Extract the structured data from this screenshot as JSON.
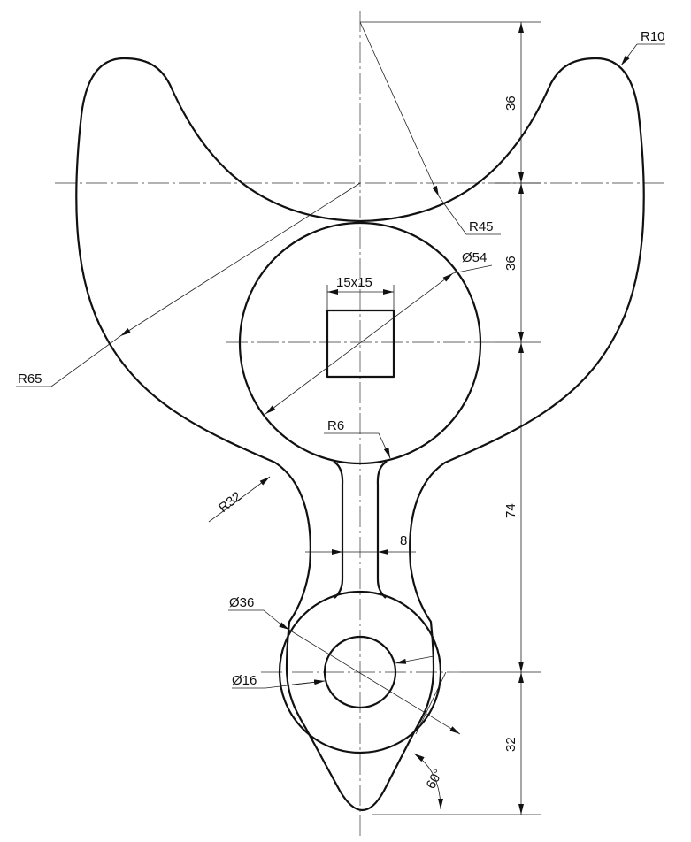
{
  "drawing": {
    "labels": {
      "r10": "R10",
      "r45": "R45",
      "r65": "R65",
      "r32": "R32",
      "r6": "R6",
      "dia54": "Ø54",
      "dia36": "Ø36",
      "dia16": "Ø16",
      "square": "15x15",
      "width8": "8",
      "angle60": "60°"
    },
    "dimensions": {
      "top": "36",
      "upper": "36",
      "middle": "74",
      "bottom": "32"
    },
    "colors": {
      "line": "#111111",
      "background": "#ffffff"
    }
  }
}
